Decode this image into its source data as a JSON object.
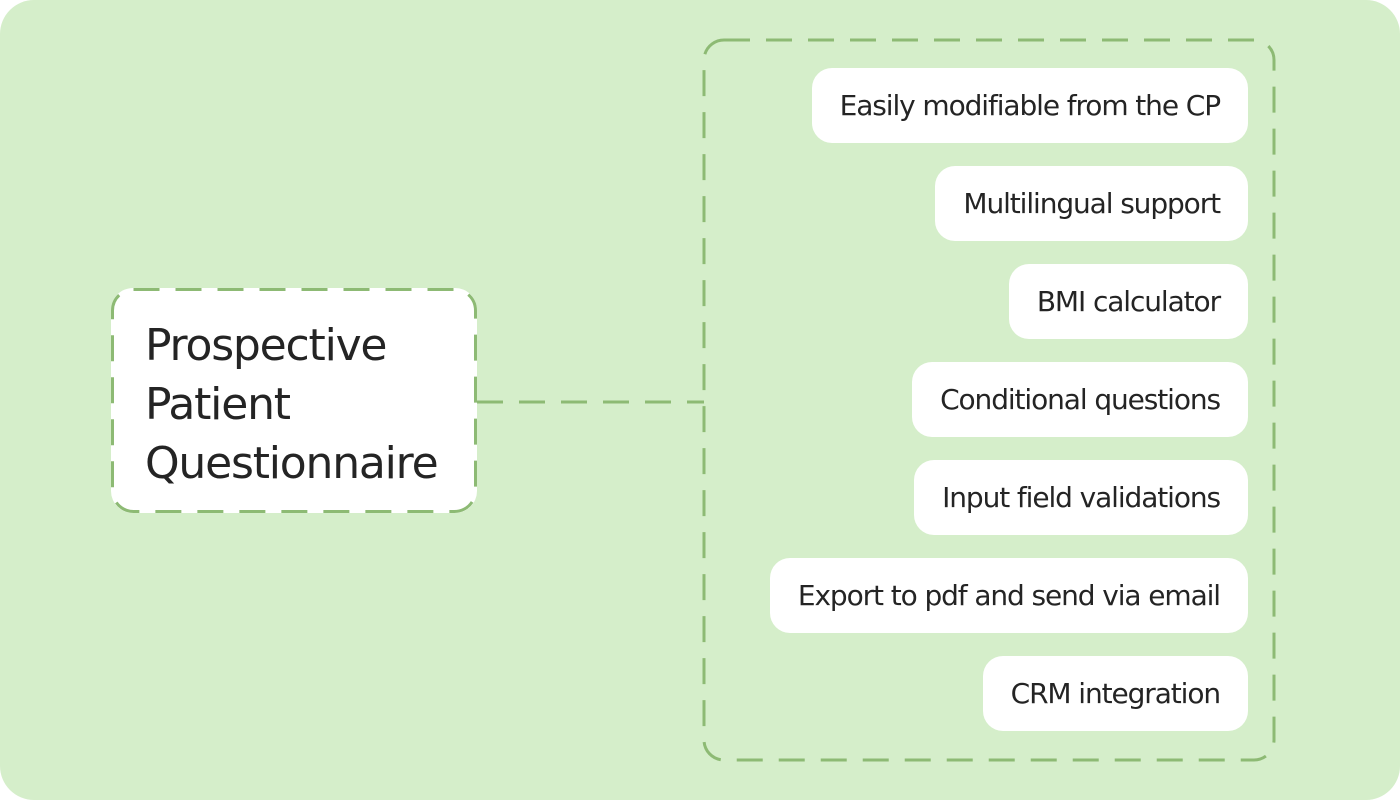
{
  "root": {
    "title": "Prospective\nPatient\nQuestionnaire"
  },
  "features": [
    {
      "label": "Easily modifiable from the CP"
    },
    {
      "label": "Multilingual support"
    },
    {
      "label": "BMI calculator"
    },
    {
      "label": "Conditional questions"
    },
    {
      "label": "Input field validations"
    },
    {
      "label": "Export to pdf and send via email"
    },
    {
      "label": "CRM integration"
    }
  ],
  "colors": {
    "background": "#d5eeca",
    "node_fill": "#ffffff",
    "dashed_border": "#8dba74",
    "text": "#242424"
  }
}
